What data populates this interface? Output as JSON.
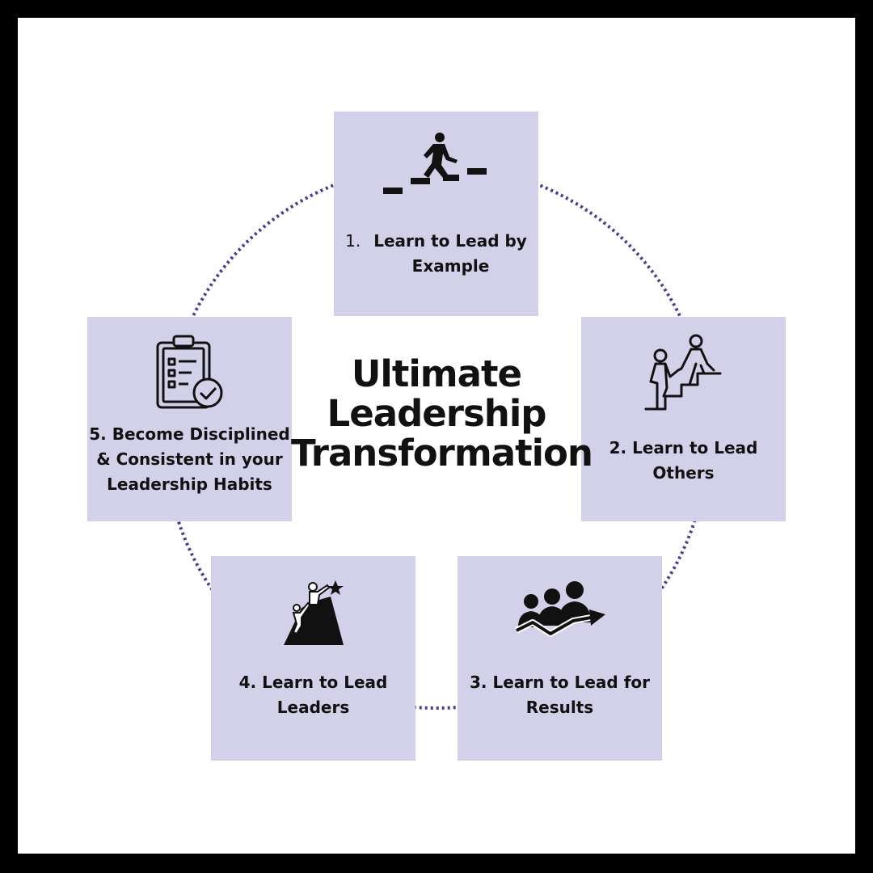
{
  "title": {
    "line1": "Ultimate",
    "line2": "Leadership",
    "line3": "Transformation"
  },
  "steps": [
    {
      "number": "1.",
      "text_line1": "Learn to Lead by",
      "text_line2": "Example",
      "icon": "stairs-climbing-icon"
    },
    {
      "text_line1": "2. Learn to Lead",
      "text_line2": "Others",
      "icon": "helping-hand-climb-icon"
    },
    {
      "text_line1": "3. Learn to Lead for",
      "text_line2": "Results",
      "icon": "team-growth-arrow-icon"
    },
    {
      "text_line1": "4. Learn to Lead",
      "text_line2": "Leaders",
      "icon": "mountain-climb-star-icon"
    },
    {
      "text_line1": "5. Become Disciplined",
      "text_line2": "& Consistent in your",
      "text_line3": "Leadership Habits",
      "icon": "clipboard-check-icon"
    }
  ],
  "colors": {
    "outer_border": "#000000",
    "background": "#ffffff",
    "card": "#d3d1ea",
    "connector": "#4b3f8c",
    "text": "#111111"
  }
}
